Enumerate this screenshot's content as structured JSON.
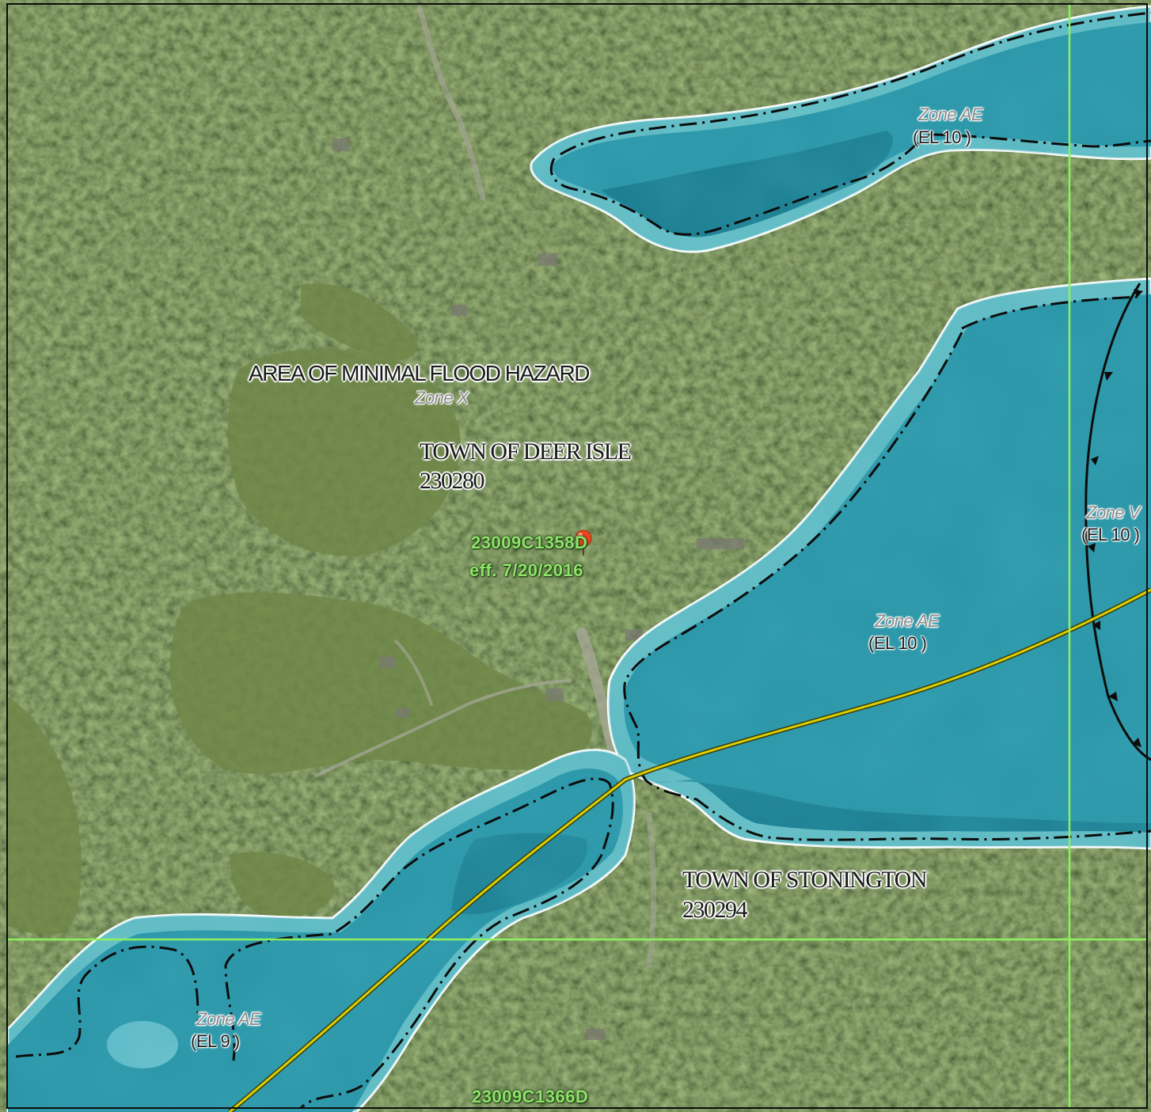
{
  "colors": {
    "water": "#2a95a6",
    "water_dark": "#136f82",
    "shore_shallow": "#6cc2c8",
    "forest": "#2d3b1e",
    "field": "#6b8048",
    "panel_line": "#8ef060",
    "transect": "#c8c000",
    "boundary": "#0c0c0c",
    "panel_text": "#8ee36a"
  },
  "map": {
    "hazard_area": "AREA OF MINIMAL FLOOD HAZARD",
    "hazard_zone": "Zone X",
    "towns": [
      {
        "name": "TOWN OF DEER ISLE",
        "id": "230280"
      },
      {
        "name": "TOWN OF STONINGTON",
        "id": "230294"
      }
    ],
    "zones": [
      {
        "name": "Zone AE",
        "el": "(EL 10 )"
      },
      {
        "name": "Zone V",
        "el": "(EL 10 )"
      },
      {
        "name": "Zone AE",
        "el": "(EL 10 )"
      },
      {
        "name": "Zone AE",
        "el": "(EL 9 )"
      }
    ],
    "panels": [
      {
        "number": "23009C1358D",
        "effective": "eff. 7/20/2016"
      },
      {
        "number": "23009C1366D"
      }
    ],
    "marker_icon": "map-pin-icon"
  }
}
